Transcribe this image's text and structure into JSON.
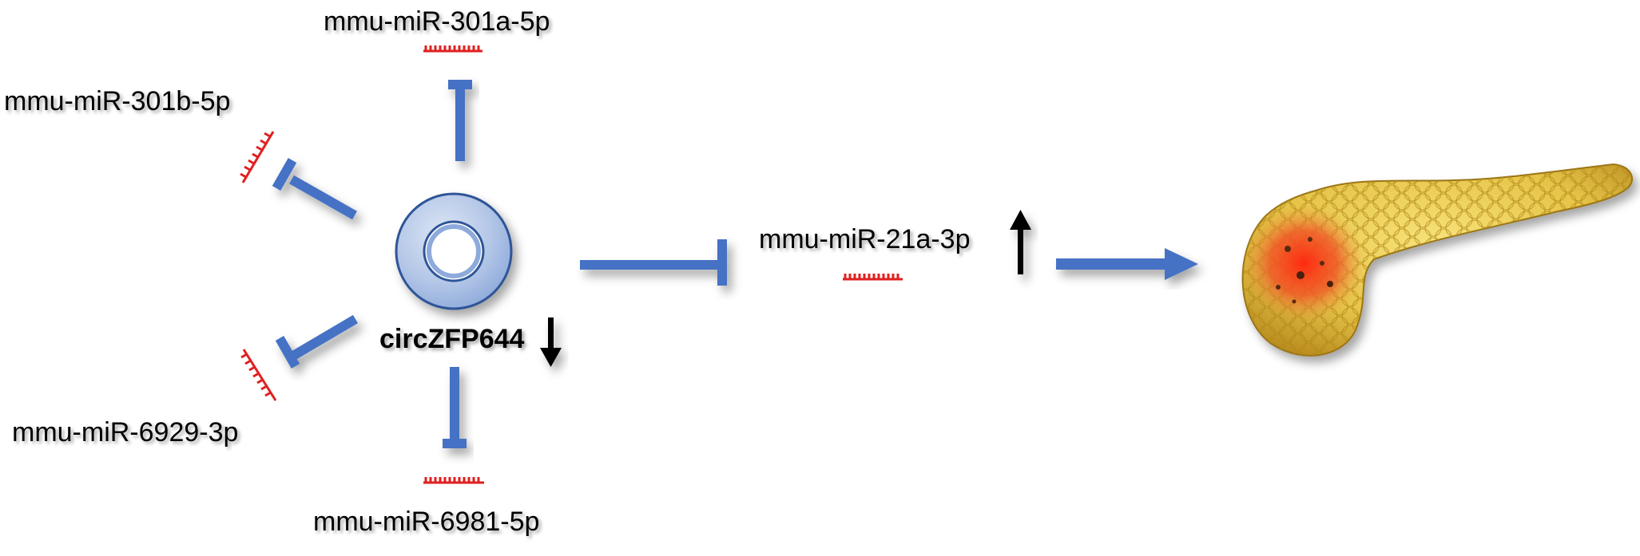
{
  "center": {
    "label": "circZFP644"
  },
  "mirnas": [
    {
      "label": "mmu-miR-301a-5p"
    },
    {
      "label": "mmu-miR-301b-5p"
    },
    {
      "label": "mmu-miR-6929-3p"
    },
    {
      "label": "mmu-miR-6981-5p"
    }
  ],
  "target": {
    "label": "mmu-miR-21a-3p"
  },
  "organ": {
    "icon": "pancreas-icon"
  },
  "colors": {
    "inhibition": "#4472C4",
    "mirna_strand": "#E02020",
    "arrow_regulation": "#000000",
    "ring_fill": "#B4C7E7",
    "ring_stroke": "#2F5597"
  }
}
